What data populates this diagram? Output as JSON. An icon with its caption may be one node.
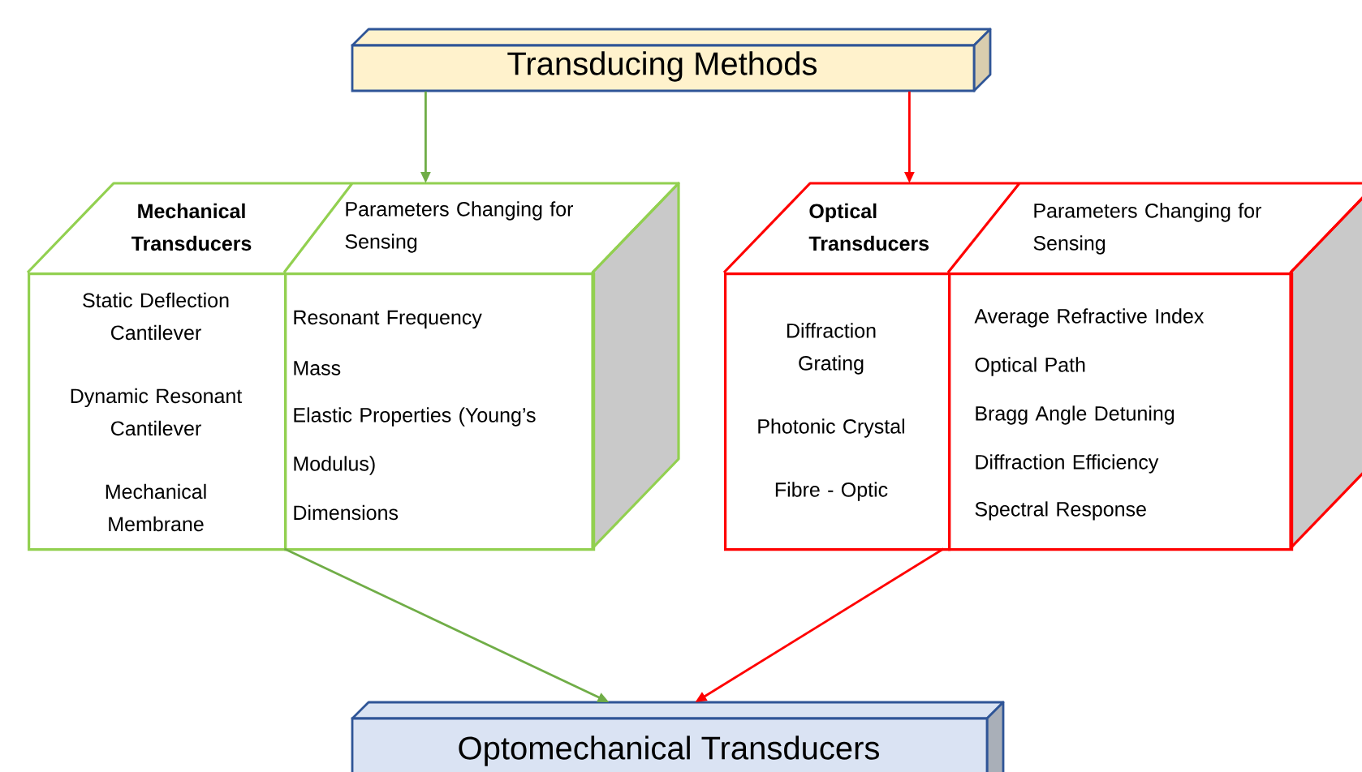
{
  "diagram": {
    "nodes": [
      {
        "text": [
          "Transducing Methods"
        ]
      },
      {
        "text": [],
        "shape": "box"
      },
      {
        "text": [
          "Mechanical Transducers",
          "Static Deflection Cantilever",
          "Dynamic Resonant Cantilever",
          "Mechanical Membrane"
        ],
        "in": 1
      },
      {
        "text": [
          "Parameters Changing for Sensing",
          "Resonant Frequency",
          "Mass",
          "Elastic Properties (Young’s Modulus)",
          "Dimensions"
        ],
        "in": 1
      },
      {
        "text": [],
        "shape": "box"
      },
      {
        "text": [
          "Optical Transducers",
          "Diffraction Grating",
          "Photonic Crystal",
          "Fibre - Optic"
        ],
        "in": 4
      },
      {
        "text": [
          "Parameters Changing for Sensing",
          "Average Refractive Index",
          "Optical Path",
          "Bragg Angle Detuning",
          "Diffraction Efficiency",
          "Spectral Response"
        ],
        "in": 4
      },
      {
        "text": [
          "Optomechanical Transducers"
        ]
      }
    ],
    "edges": [
      {
        "from": 0,
        "to": 1,
        "arrow": "to",
        "color": "#70ad47"
      },
      {
        "from": 0,
        "to": 4,
        "arrow": "to",
        "color": "#ff0000"
      },
      {
        "from": 1,
        "to": 7,
        "arrow": "to",
        "color": "#70ad47"
      },
      {
        "from": 4,
        "to": 7,
        "arrow": "to",
        "color": "#ff0000"
      }
    ]
  }
}
